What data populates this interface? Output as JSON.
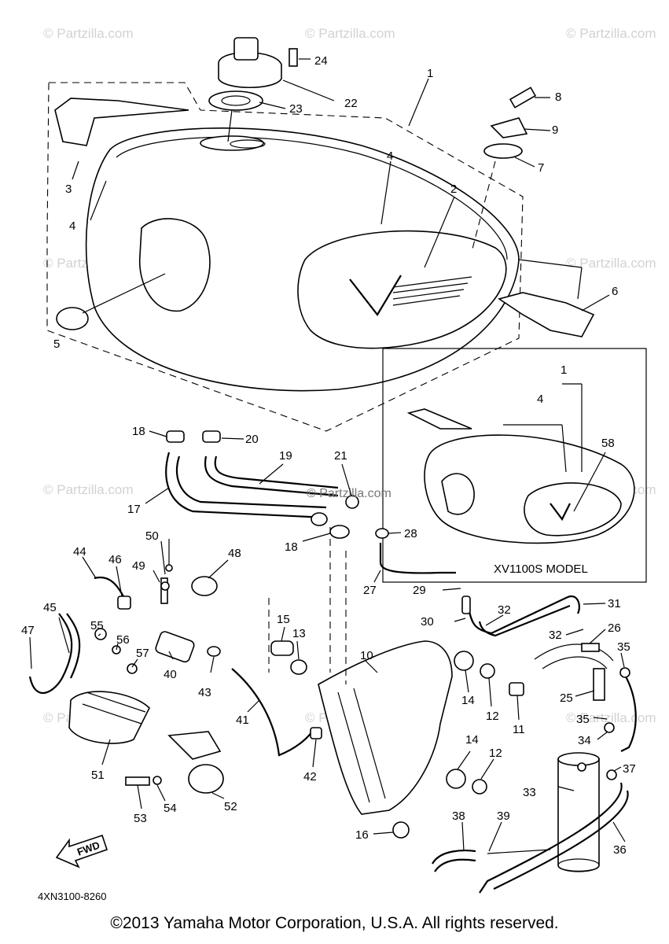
{
  "watermark": "© Partzilla.com",
  "inline_watermark": "© Partzilla.com",
  "model_label": "XV1100S MODEL",
  "fwd_label": "FWD",
  "diagram_code": "4XN3100-8260",
  "copyright": "©2013 Yamaha Motor Corporation, U.S.A. All rights reserved.",
  "callouts": [
    "1",
    "2",
    "3",
    "4",
    "4",
    "5",
    "6",
    "7",
    "8",
    "9",
    "22",
    "23",
    "24",
    "1",
    "4",
    "58",
    "18",
    "20",
    "17",
    "19",
    "21",
    "18",
    "28",
    "27",
    "29",
    "30",
    "31",
    "32",
    "32",
    "26",
    "35",
    "35",
    "25",
    "34",
    "33",
    "37",
    "36",
    "44",
    "45",
    "46",
    "47",
    "48",
    "49",
    "50",
    "40",
    "43",
    "41",
    "42",
    "51",
    "52",
    "53",
    "54",
    "55",
    "56",
    "57",
    "15",
    "13",
    "10",
    "14",
    "14",
    "12",
    "12",
    "11",
    "16",
    "38",
    "39"
  ]
}
